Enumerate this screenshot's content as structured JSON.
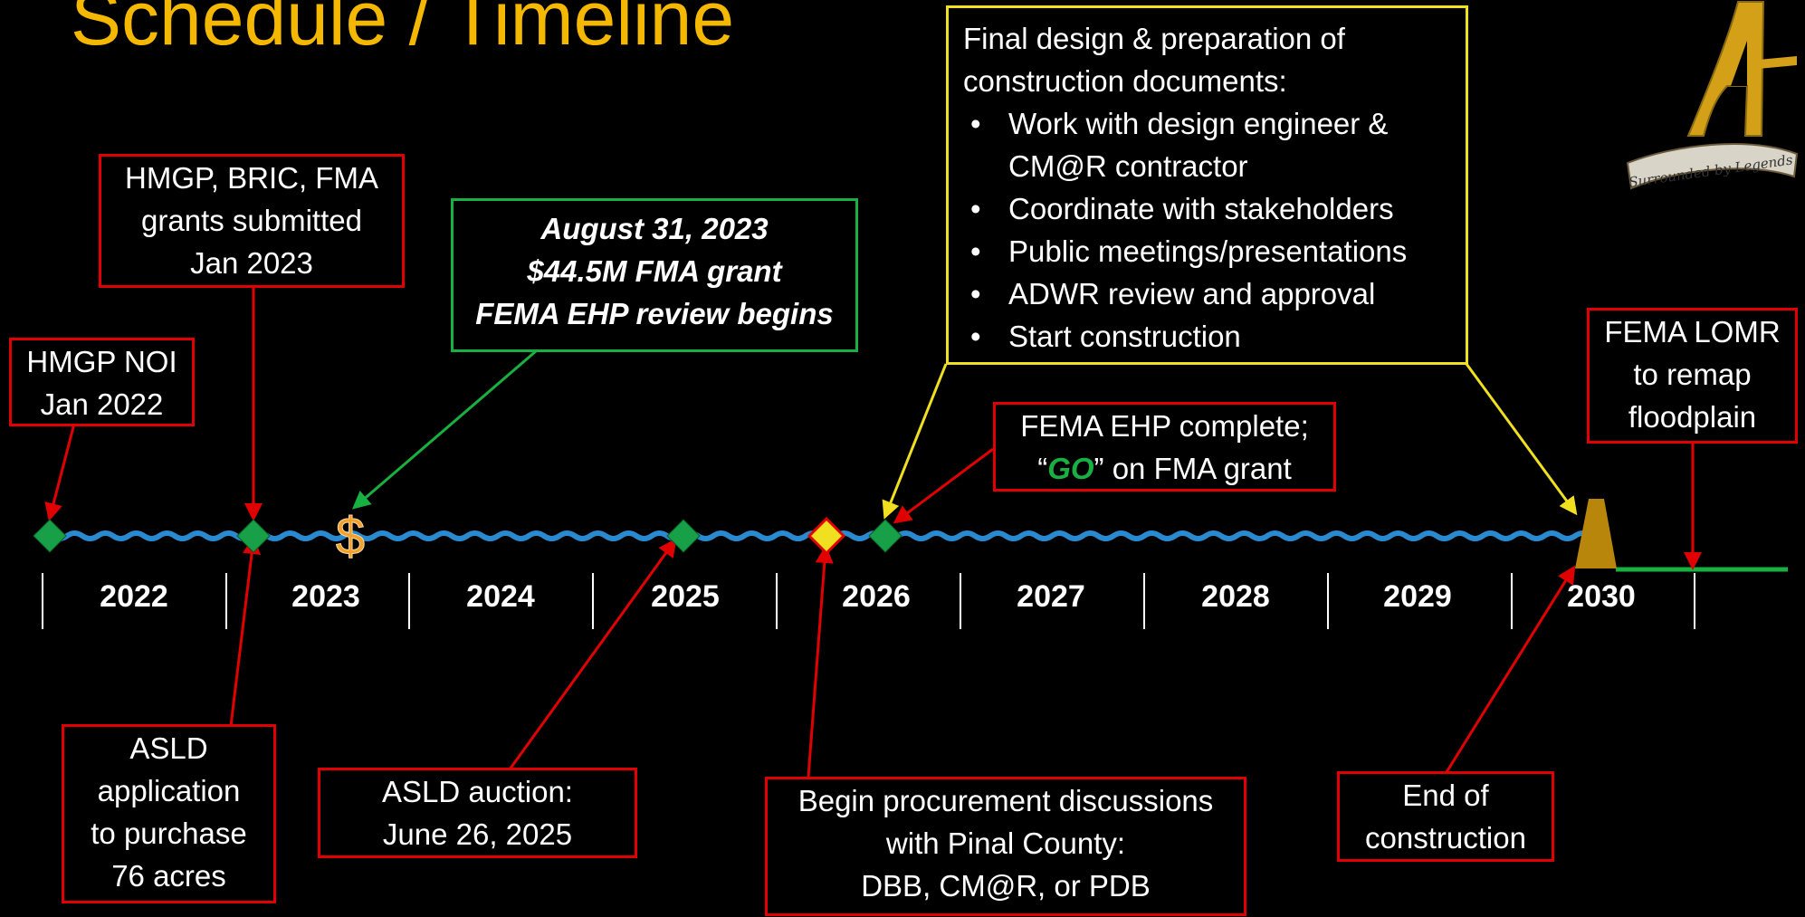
{
  "title": "Schedule / Timeline",
  "years": [
    "2022",
    "2023",
    "2024",
    "2025",
    "2026",
    "2027",
    "2028",
    "2029",
    "2030"
  ],
  "boxes": {
    "hmgp_noi": [
      "HMGP NOI",
      "Jan 2022"
    ],
    "grants": [
      "HMGP, BRIC, FMA",
      "grants submitted",
      "Jan 2023"
    ],
    "fma_grant": [
      "August 31, 2023",
      "$44.5M FMA grant",
      "FEMA EHP review begins"
    ],
    "final_design": {
      "heading": [
        "Final design & preparation of",
        "construction documents:"
      ],
      "bullets": [
        "Work with design engineer &",
        "CM@R contractor",
        "Coordinate with stakeholders",
        "Public meetings/presentations",
        "ADWR review and approval",
        "Start construction"
      ]
    },
    "lomr": [
      "FEMA LOMR",
      "to remap",
      "floodplain"
    ],
    "ehp_complete": {
      "line1": "FEMA EHP complete;",
      "go_open": "“",
      "go": "GO",
      "go_close": "” on FMA grant"
    },
    "asld_app": [
      "ASLD",
      "application",
      "to purchase",
      "76 acres"
    ],
    "asld_auction": [
      "ASLD auction:",
      "June 26, 2025"
    ],
    "procurement": [
      "Begin procurement discussions",
      "with Pinal County:",
      "DBB, CM@R, or PDB"
    ],
    "end_construction": [
      "End of",
      "construction"
    ]
  },
  "dollar_symbol": "$",
  "logo_text": "Surrounded by Legends",
  "colors": {
    "title": "#f5b800",
    "red": "#e00000",
    "green": "#18b040",
    "yellow": "#f0e020",
    "river": "#2a8ad0",
    "dam": "#b8860b"
  }
}
